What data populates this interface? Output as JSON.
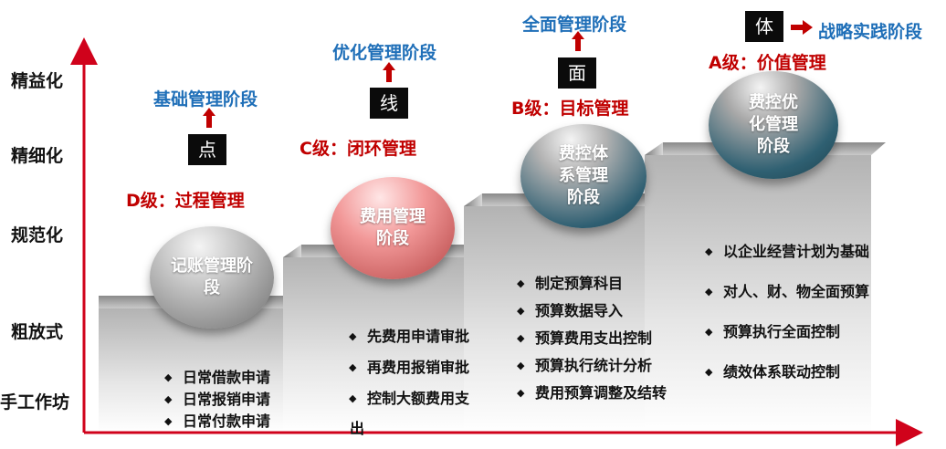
{
  "y_levels": [
    "精益化",
    "精细化",
    "规范化",
    "粗放式",
    "手工作坊"
  ],
  "stages": [
    {
      "stage_name": "基础管理阶段",
      "box_char": "点",
      "level_label": "D级：过程管理",
      "sphere_line1": "记账管理阶",
      "sphere_line2": "段",
      "items": [
        "日常借款申请",
        "日常报销申请",
        "日常付款申请"
      ]
    },
    {
      "stage_name": "优化管理阶段",
      "box_char": "线",
      "level_label": "C级：闭环管理",
      "sphere_line1": "费用管理",
      "sphere_line2": "阶段",
      "items": [
        "先费用申请审批",
        "再费用报销审批",
        "控制大额费用支"
      ],
      "item_continuation": "出"
    },
    {
      "stage_name": "全面管理阶段",
      "box_char": "面",
      "level_label": "B级：目标管理",
      "sphere_line1": "费控体",
      "sphere_line2": "系管理",
      "sphere_line3": "阶段",
      "items": [
        "制定预算科目",
        "预算数据导入",
        "预算费用支出控制",
        "预算执行统计分析",
        "费用预算调整及结转"
      ]
    },
    {
      "stage_name": "战略实践阶段",
      "box_char": "体",
      "level_label": "A级：价值管理",
      "sphere_line1": "费控优",
      "sphere_line2": "化管理",
      "sphere_line3": "阶段",
      "items": [
        "以企业经营计划为基础",
        "对人、财、物全面预算",
        "预算执行全面控制",
        "绩效体系联动控制"
      ]
    }
  ],
  "colors": {
    "axis": "#d0021b",
    "stage_text": "#1f6fb8",
    "level_text": "#c00000",
    "arrow": "#c00000",
    "box_bg": "#0b0b0b"
  },
  "icons": {
    "up_arrow": "arrow-up-icon",
    "right_arrow": "arrow-right-icon",
    "bullet": "diamond-bullet-icon"
  }
}
